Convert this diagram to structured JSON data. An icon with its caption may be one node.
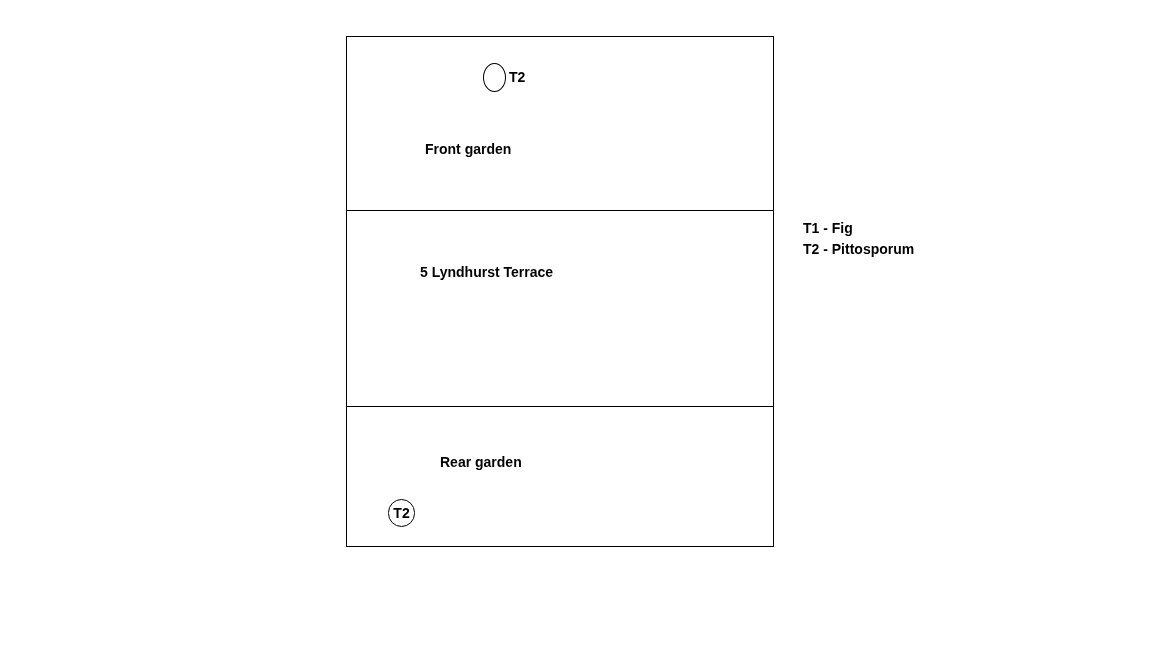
{
  "diagram": {
    "nodes": [
      {
        "text": [],
        "shape": "box"
      },
      {
        "text": [
          "Front garden"
        ],
        "in": 0
      },
      {
        "text": [
          "5 Lyndhurst Terrace"
        ],
        "in": 0
      },
      {
        "text": [
          "Rear garden"
        ],
        "in": 0
      },
      {
        "text": [],
        "shape": "circle",
        "beside": [
          "T2"
        ],
        "in": 1
      },
      {
        "text": [
          "T2"
        ],
        "in": 3
      }
    ],
    "labels": [
      "T1 - Fig",
      "T2 - Pittosporum"
    ]
  }
}
